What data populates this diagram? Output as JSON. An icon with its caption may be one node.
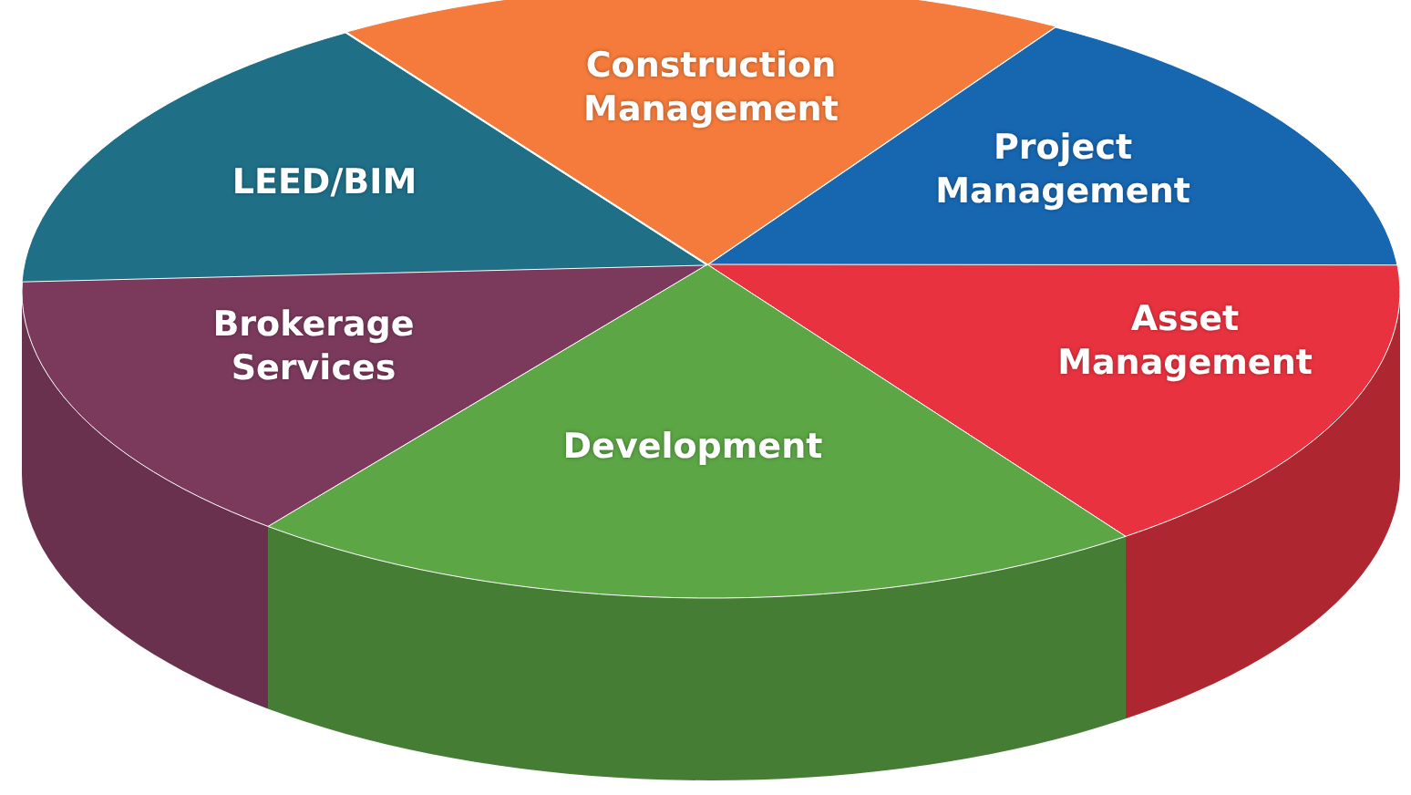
{
  "diagram": {
    "nodes": [
      {
        "text": [
          "Construction Management"
        ]
      },
      {
        "text": [
          "Project Management"
        ]
      },
      {
        "text": [
          "Asset Management"
        ]
      },
      {
        "text": [
          "Development"
        ]
      },
      {
        "text": [
          "Brokerage Services"
        ]
      },
      {
        "text": [
          "LEED/BIM"
        ]
      }
    ]
  }
}
